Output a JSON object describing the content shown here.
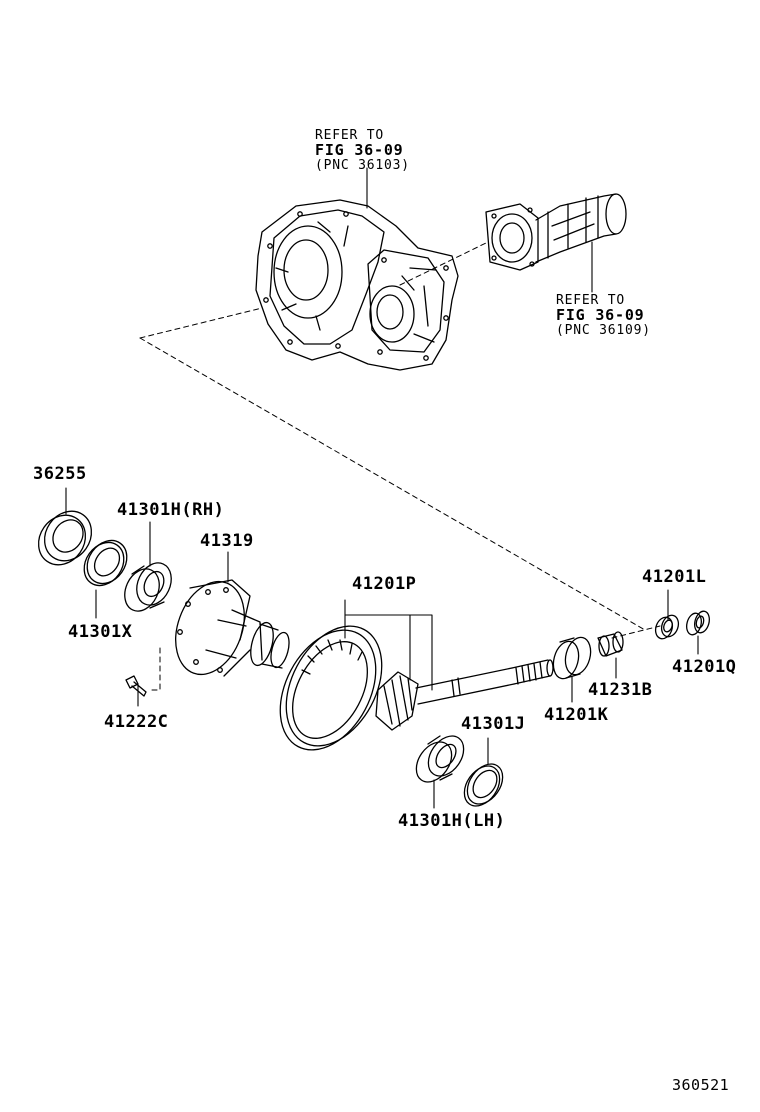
{
  "references": {
    "upper": {
      "line1": "REFER TO",
      "line2": "FIG 36-09",
      "line3": "(PNC 36103)"
    },
    "right": {
      "line1": "REFER TO",
      "line2": "FIG 36-09",
      "line3": "(PNC 36109)"
    }
  },
  "parts": {
    "p36255": "36255",
    "p41301h_rh": "41301H(RH)",
    "p41319": "41319",
    "p41301x": "41301X",
    "p41222c": "41222C",
    "p41201p": "41201P",
    "p41201l": "41201L",
    "p41201q": "41201Q",
    "p41231b": "41231B",
    "p41201k": "41201K",
    "p41301j": "41301J",
    "p41301h_lh": "41301H(LH)"
  },
  "figure_number": "360521"
}
